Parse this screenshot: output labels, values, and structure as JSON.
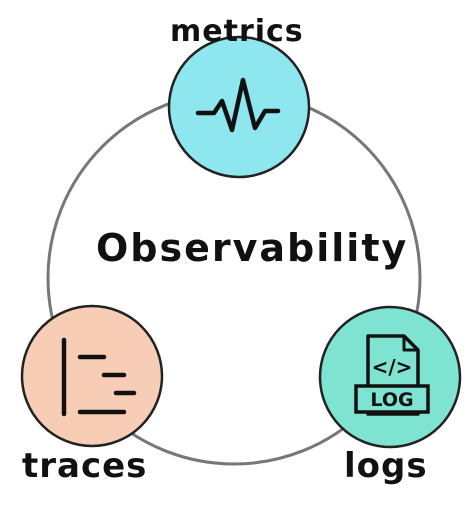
{
  "diagram": {
    "title": "Observability",
    "nodes": {
      "metrics": {
        "label": "metrics",
        "color": "#8ee6ef",
        "icon": "heartbeat-pulse-icon"
      },
      "traces": {
        "label": "traces",
        "color": "#f8cdb6",
        "icon": "trace-spans-icon"
      },
      "logs": {
        "label": "logs",
        "color": "#7fe3d2",
        "icon": "log-file-icon",
        "badge": "LOG",
        "code_glyph": "</>"
      }
    },
    "colors": {
      "ring": "#777777",
      "ink": "#111111"
    }
  }
}
